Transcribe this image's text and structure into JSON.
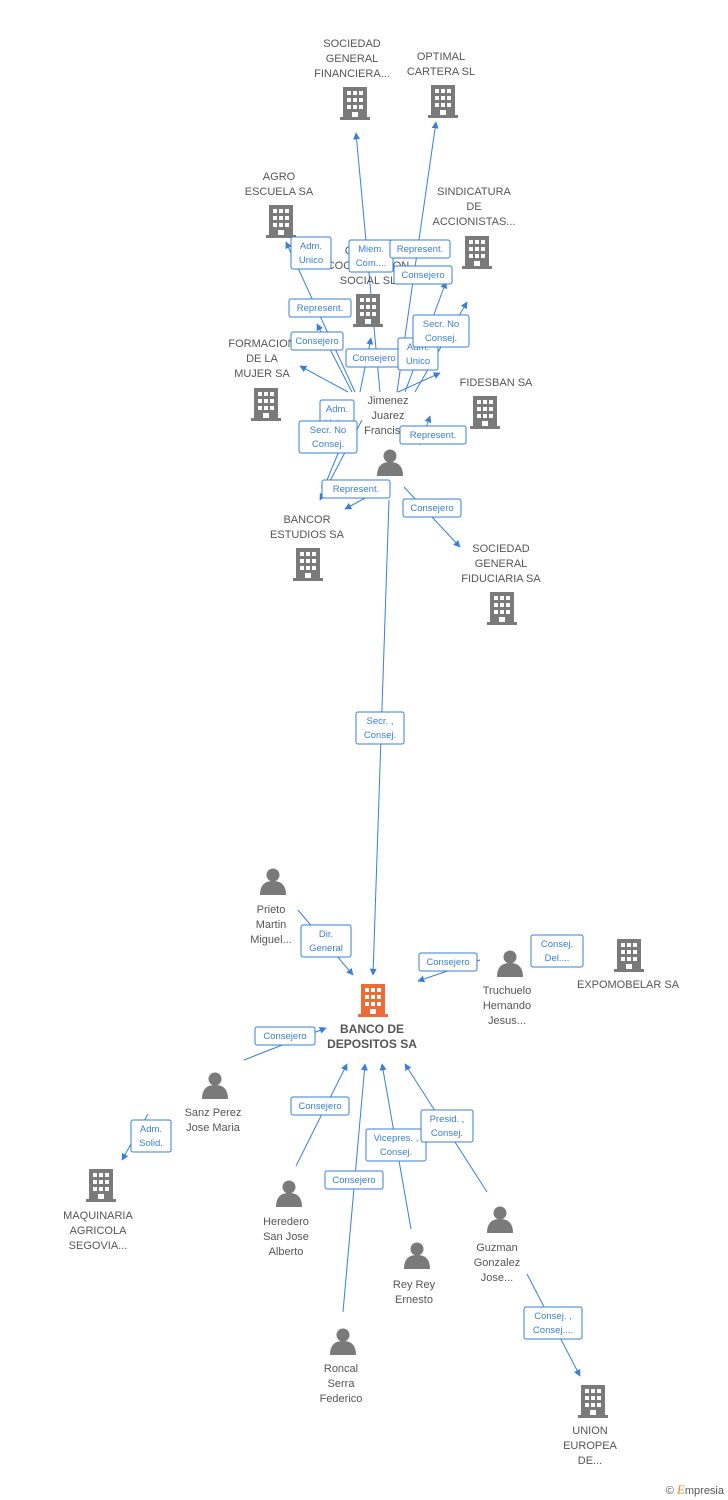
{
  "colors": {
    "edge": "#3a7fd5",
    "company": "#7a7a7a",
    "person": "#7a7a7a",
    "main_company": "#f06a35",
    "label": "#555555"
  },
  "nodes": [
    {
      "id": "sgf",
      "type": "company",
      "icon": "building-icon",
      "lines": [
        "SOCIEDAD",
        "GENERAL",
        "FINANCIERA..."
      ]
    },
    {
      "id": "optimal",
      "type": "company",
      "icon": "building-icon",
      "lines": [
        "OPTIMAL",
        "CARTERA SL"
      ]
    },
    {
      "id": "agro",
      "type": "company",
      "icon": "building-icon",
      "lines": [
        "AGRO",
        "ESCUELA SA"
      ]
    },
    {
      "id": "sindicatura",
      "type": "company",
      "icon": "building-icon",
      "lines": [
        "SINDICATURA",
        "DE",
        "ACCIONISTAS..."
      ]
    },
    {
      "id": "centro",
      "type": "company",
      "icon": "building-icon",
      "lines": [
        "CENTRO",
        "COOPERACION",
        "SOCIAL SL"
      ]
    },
    {
      "id": "formacion",
      "type": "company",
      "icon": "building-icon",
      "lines": [
        "FORMACION",
        "DE LA",
        "MUJER SA"
      ]
    },
    {
      "id": "fidesban",
      "type": "company",
      "icon": "building-icon",
      "lines": [
        "FIDESBAN SA"
      ]
    },
    {
      "id": "jimenez",
      "type": "person",
      "icon": "person-icon",
      "lines": [
        "Jimenez",
        "Juarez",
        "Francisco"
      ]
    },
    {
      "id": "bancor",
      "type": "company",
      "icon": "building-icon",
      "lines": [
        "BANCOR",
        "ESTUDIOS SA"
      ]
    },
    {
      "id": "sgfid",
      "type": "company",
      "icon": "building-icon",
      "lines": [
        "SOCIEDAD",
        "GENERAL",
        "FIDUCIARIA SA"
      ]
    },
    {
      "id": "prieto",
      "type": "person",
      "icon": "person-icon",
      "lines": [
        "Prieto",
        "Martin",
        "Miguel..."
      ]
    },
    {
      "id": "truchuelo",
      "type": "person",
      "icon": "person-icon",
      "lines": [
        "Truchuelo",
        "Hernando",
        "Jesus..."
      ]
    },
    {
      "id": "expomobelar",
      "type": "company",
      "icon": "building-icon",
      "lines": [
        "EXPOMOBELAR SA"
      ]
    },
    {
      "id": "banco",
      "type": "main",
      "icon": "building-icon",
      "lines": [
        "BANCO DE",
        "DEPOSITOS SA"
      ]
    },
    {
      "id": "sanz",
      "type": "person",
      "icon": "person-icon",
      "lines": [
        "Sanz Perez",
        "Jose Maria"
      ]
    },
    {
      "id": "maquinaria",
      "type": "company",
      "icon": "building-icon",
      "lines": [
        "MAQUINARIA",
        "AGRICOLA",
        "SEGOVIA..."
      ]
    },
    {
      "id": "heredero",
      "type": "person",
      "icon": "person-icon",
      "lines": [
        "Heredero",
        "San Jose",
        "Alberto"
      ]
    },
    {
      "id": "rey",
      "type": "person",
      "icon": "person-icon",
      "lines": [
        "Rey Rey",
        "Ernesto"
      ]
    },
    {
      "id": "guzman",
      "type": "person",
      "icon": "person-icon",
      "lines": [
        "Guzman",
        "Gonzalez",
        "Jose..."
      ]
    },
    {
      "id": "roncal",
      "type": "person",
      "icon": "person-icon",
      "lines": [
        "Roncal",
        "Serra",
        "Federico"
      ]
    },
    {
      "id": "union",
      "type": "company",
      "icon": "building-icon",
      "lines": [
        "UNION",
        "EUROPEA",
        "DE..."
      ]
    }
  ],
  "edges": [
    {
      "from": "jimenez",
      "to": "sgf",
      "label": [
        "Miem.",
        "Com...."
      ]
    },
    {
      "from": "jimenez",
      "to": "optimal",
      "label": [
        "Represent."
      ]
    },
    {
      "from": "jimenez",
      "to": "agro",
      "label": [
        "Adm.",
        "Unico"
      ]
    },
    {
      "from": "jimenez",
      "to": "sindicatura",
      "label": [
        "Consejero"
      ]
    },
    {
      "from": "jimenez",
      "to": "centro",
      "label": [
        "Consejero"
      ]
    },
    {
      "from": "jimenez",
      "to": "formacion",
      "label": [
        "Represent."
      ]
    },
    {
      "from": "jimenez",
      "to": "formacion",
      "label": [
        "Consejero"
      ]
    },
    {
      "from": "jimenez",
      "to": "fidesban",
      "label": [
        "Adm.",
        "Unico"
      ]
    },
    {
      "from": "jimenez",
      "to": "sindicatura",
      "label": [
        "Secr.  No",
        "Consej."
      ]
    },
    {
      "from": "jimenez",
      "to": "bancor",
      "label": [
        "Adm.",
        "Unico"
      ]
    },
    {
      "from": "jimenez",
      "to": "bancor",
      "label": [
        "Secr.  No",
        "Consej."
      ]
    },
    {
      "from": "jimenez",
      "to": "centro",
      "label": [
        "Represent."
      ]
    },
    {
      "from": "jimenez",
      "to": "bancor",
      "label": [
        "Represent."
      ]
    },
    {
      "from": "jimenez",
      "to": "sgfid",
      "label": [
        "Consejero"
      ]
    },
    {
      "from": "jimenez",
      "to": "banco",
      "label": [
        "Secr. ,",
        "Consej."
      ]
    },
    {
      "from": "prieto",
      "to": "banco",
      "label": [
        "Dir.",
        "General"
      ]
    },
    {
      "from": "truchuelo",
      "to": "banco",
      "label": [
        "Consejero"
      ]
    },
    {
      "from": "truchuelo",
      "to": "expomobelar",
      "label": [
        "Consej.",
        "Del...."
      ]
    },
    {
      "from": "sanz",
      "to": "banco",
      "label": [
        "Consejero"
      ]
    },
    {
      "from": "sanz",
      "to": "maquinaria",
      "label": [
        "Adm.",
        "Solid."
      ]
    },
    {
      "from": "heredero",
      "to": "banco",
      "label": [
        "Consejero"
      ]
    },
    {
      "from": "roncal",
      "to": "banco",
      "label": [
        "Consejero"
      ]
    },
    {
      "from": "rey",
      "to": "banco",
      "label": [
        "Vicepres. ,",
        "Consej."
      ]
    },
    {
      "from": "guzman",
      "to": "banco",
      "label": [
        "Presid. ,",
        "Consej."
      ]
    },
    {
      "from": "guzman",
      "to": "union",
      "label": [
        "Consej. ,",
        "Consej...."
      ]
    }
  ],
  "watermark": {
    "copyright": "©",
    "brand_initial": "E",
    "brand_rest": "mpresia"
  }
}
